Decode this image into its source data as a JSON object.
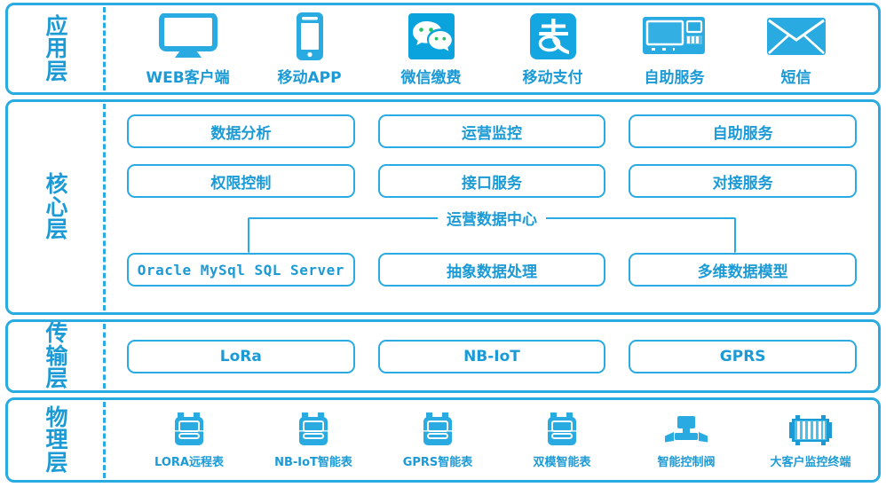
{
  "theme": {
    "accent": "#29abe2",
    "text_blue": "#1b9ad6",
    "wechat_green": "#20c560",
    "panel_bg": "#ffffff"
  },
  "layers": [
    {
      "id": "application",
      "label": "应用层",
      "items": [
        {
          "caption": "WEB客户端",
          "icon": "desktop-monitor-icon"
        },
        {
          "caption": "移动APP",
          "icon": "smartphone-icon"
        },
        {
          "caption": "微信缴费",
          "icon": "wechat-icon"
        },
        {
          "caption": "移动支付",
          "icon": "alipay-icon"
        },
        {
          "caption": "自助服务",
          "icon": "self-service-kiosk-icon"
        },
        {
          "caption": "短信",
          "icon": "envelope-icon"
        }
      ]
    },
    {
      "id": "core",
      "label": "核心层",
      "row1": [
        "数据分析",
        "运营监控",
        "自助服务"
      ],
      "row2": [
        "权限控制",
        "接口服务",
        "对接服务"
      ],
      "data_center_label": "运营数据中心",
      "row3": [
        "Oracle MySql SQL Server",
        "抽象数据处理",
        "多维数据模型"
      ]
    },
    {
      "id": "transport",
      "label": "传输层",
      "items": [
        "LoRa",
        "NB-IoT",
        "GPRS"
      ]
    },
    {
      "id": "physical",
      "label": "物理层",
      "items": [
        {
          "caption": "LORA远程表",
          "icon": "gas-meter-icon"
        },
        {
          "caption": "NB-IoT智能表",
          "icon": "gas-meter-icon"
        },
        {
          "caption": "GPRS智能表",
          "icon": "gas-meter-icon"
        },
        {
          "caption": "双模智能表",
          "icon": "gas-meter-icon"
        },
        {
          "caption": "智能控制阀",
          "icon": "control-valve-icon"
        },
        {
          "caption": "大客户监控终端",
          "icon": "monitoring-cabinet-icon"
        }
      ]
    }
  ]
}
